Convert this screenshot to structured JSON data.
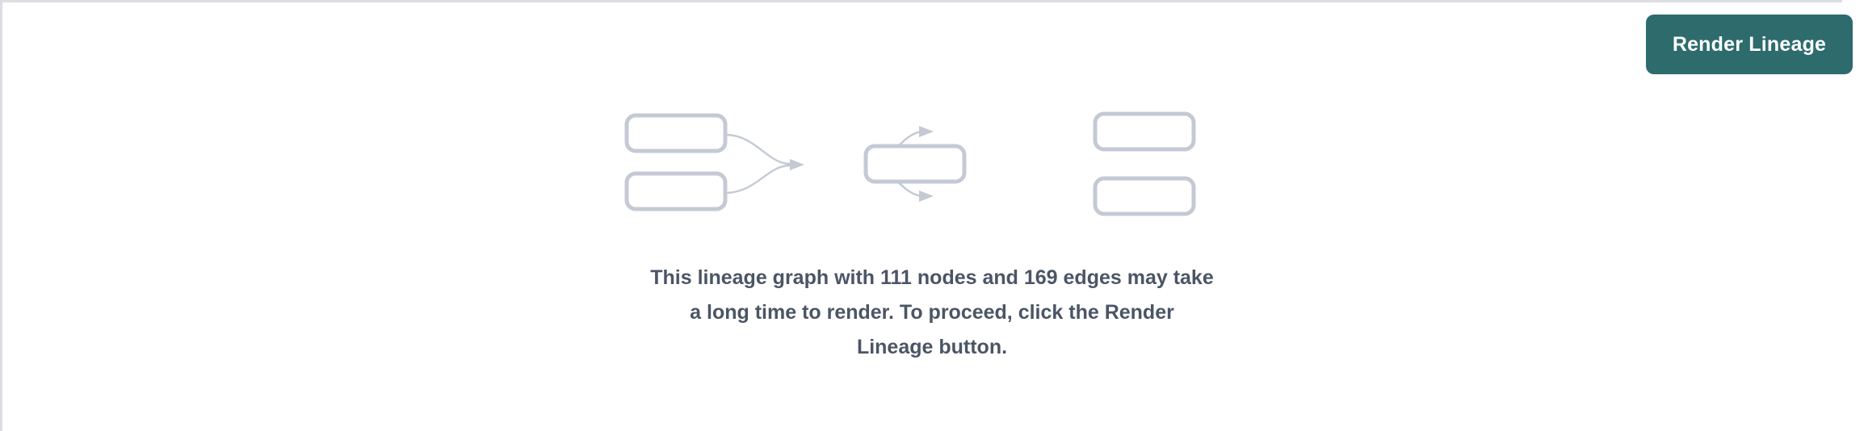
{
  "page": {
    "background_color": "#ffffff",
    "border_color": "#dcdee3"
  },
  "toolbar": {
    "render_button_label": "Render Lineage",
    "render_button_color": "#2e6b6d",
    "render_button_text_color": "#ffffff"
  },
  "placeholder_graph": {
    "node_border_color": "#c4cad4",
    "edge_color": "#c4cad4",
    "nodes": [
      {
        "id": "upstream-1",
        "label": ""
      },
      {
        "id": "upstream-2",
        "label": ""
      },
      {
        "id": "focus",
        "label": ""
      },
      {
        "id": "downstream-1",
        "label": ""
      },
      {
        "id": "downstream-2",
        "label": ""
      }
    ],
    "edges": [
      {
        "from": "upstream-1",
        "to": "focus"
      },
      {
        "from": "upstream-2",
        "to": "focus"
      },
      {
        "from": "focus",
        "to": "downstream-1"
      },
      {
        "from": "focus",
        "to": "downstream-2"
      }
    ]
  },
  "notice": {
    "text": "This lineage graph with 111 nodes and 169 edges may take a long time to render. To proceed, click the Render Lineage button.",
    "node_count": 111,
    "edge_count": 169,
    "text_color": "#4b5565"
  }
}
